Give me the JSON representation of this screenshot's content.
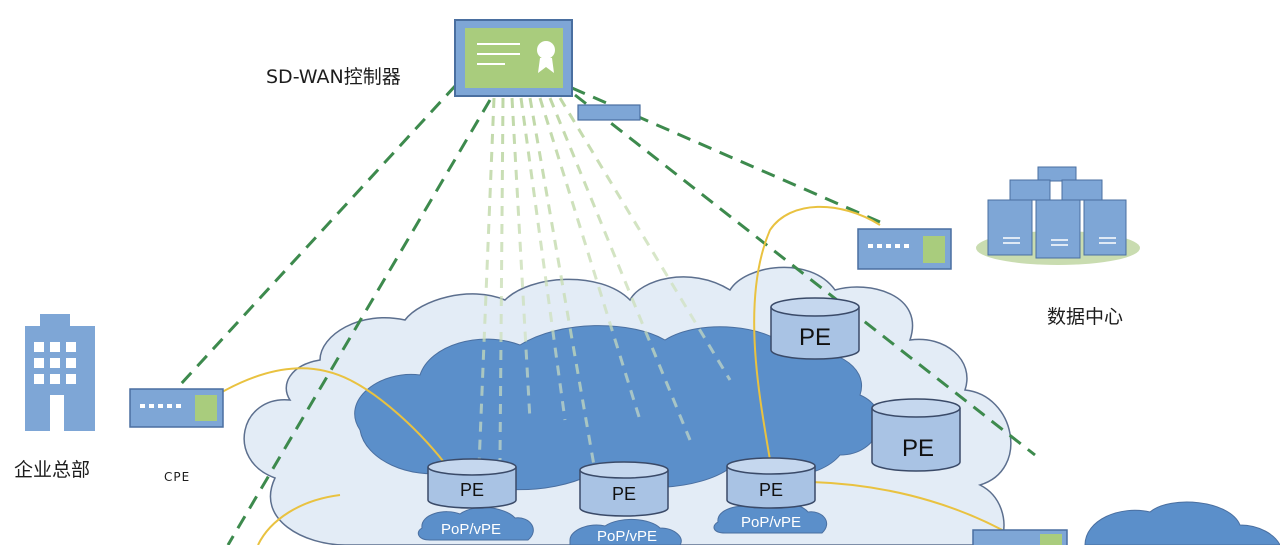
{
  "labels": {
    "controller": "SD-WAN控制器",
    "hq": "企业总部",
    "cpe": "CPE",
    "datacenter": "数据中心"
  },
  "pe_nodes": [
    {
      "label": "PE"
    },
    {
      "label": "PE"
    },
    {
      "label": "PE"
    },
    {
      "label": "PE"
    },
    {
      "label": "PE"
    }
  ],
  "pop_labels": [
    "PoP/vPE",
    "PoP/vPE",
    "PoP/vPE"
  ],
  "colors": {
    "cloud_outer": "#e3ecf6",
    "cloud_border": "#5c6f8e",
    "cloud_inner": "#5b8fca",
    "pe_fill": "#a9c3e4",
    "pe_stroke": "#3a4a68",
    "dash_green": "#3d8a4d",
    "fiber_yellow": "#e9c240",
    "device_blue": "#7ea6d6",
    "device_green": "#a9cc7d"
  },
  "icons": [
    "certificate-icon",
    "switch-icon",
    "building-icon",
    "server-cluster-icon"
  ]
}
